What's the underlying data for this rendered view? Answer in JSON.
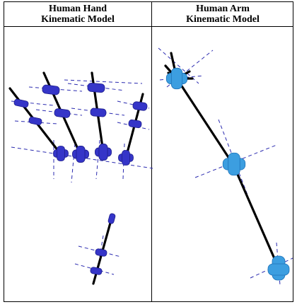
{
  "panels": {
    "left": {
      "title_line1": "Human Hand",
      "title_line2": "Kinematic Model"
    },
    "right": {
      "title_line1": "Human Arm",
      "title_line2": "Kinematic Model"
    }
  },
  "colors": {
    "hand_joint": "#3535c8",
    "hand_joint_dark": "#1e1e8c",
    "arm_joint": "#3c9ee0",
    "arm_joint_dark": "#1f72b8",
    "axis_line": "#2b2bb0",
    "link": "#000000",
    "border": "#000000"
  }
}
